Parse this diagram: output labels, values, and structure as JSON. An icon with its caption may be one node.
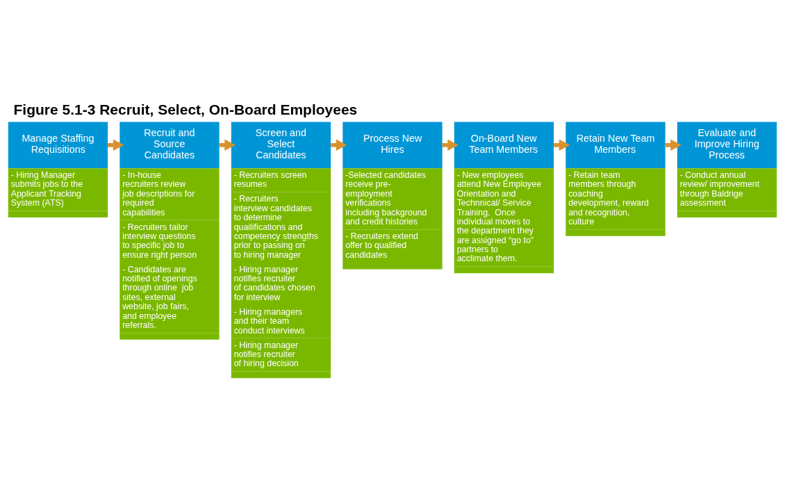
{
  "diagram": {
    "title": "Figure 5.1-3 Recruit, Select, On-Board Employees",
    "nodes": [
      {
        "text": [
          "Manage Staffing Requisitions",
          "- Hiring Manager submits jobs to the Applicant Tracking System (ATS)"
        ]
      },
      {
        "text": [
          "Recruit and Source Candidates",
          "- In-house recruiters review job descriptions for required capabilities",
          "- Recruiters tailor interview questions to specific job to ensure right person",
          "- Candidates are notified of openings through online  job sites, external website, job fairs, and employee referrals."
        ]
      },
      {
        "text": [
          "Screen and Select Candidates",
          "- Recruiters screen resumes",
          "- Recruiters interview candidates to determine quailifications and competency strengths prior to passing on to hiring manager",
          "- Hiring manager notifies recruiter of candidates chosen for interview",
          "- Hiring managers and their team conduct interviews",
          "- Hiring manager notifies recruiter of hiring decision"
        ]
      },
      {
        "text": [
          "Process New Hires",
          "-Selected candidates receive pre-employment verifications including background and credit histories",
          "- Recruiters extend offer to qualified candidates"
        ]
      },
      {
        "text": [
          "On-Board New Team Members",
          "- New employees attend New Employee Orientation and Technnical/ Service Training.  Once individual moves to the department they are assigned “go to” partners to acclimate them."
        ]
      },
      {
        "text": [
          "Retain New Team Members",
          "- Retain team members through coaching development, reward and recognition, culture"
        ]
      },
      {
        "text": [
          "Evaluate and Improve Hiring Process",
          "- Conduct annual review/ improvement through Baldrige assessment"
        ]
      }
    ],
    "edges": [
      {
        "from": 0,
        "to": 1,
        "arrow": "to"
      },
      {
        "from": 1,
        "to": 2,
        "arrow": "to"
      },
      {
        "from": 2,
        "to": 3,
        "arrow": "to"
      },
      {
        "from": 3,
        "to": 4,
        "arrow": "to"
      },
      {
        "from": 4,
        "to": 5,
        "arrow": "to"
      },
      {
        "from": 5,
        "to": 6,
        "arrow": "to"
      }
    ]
  }
}
